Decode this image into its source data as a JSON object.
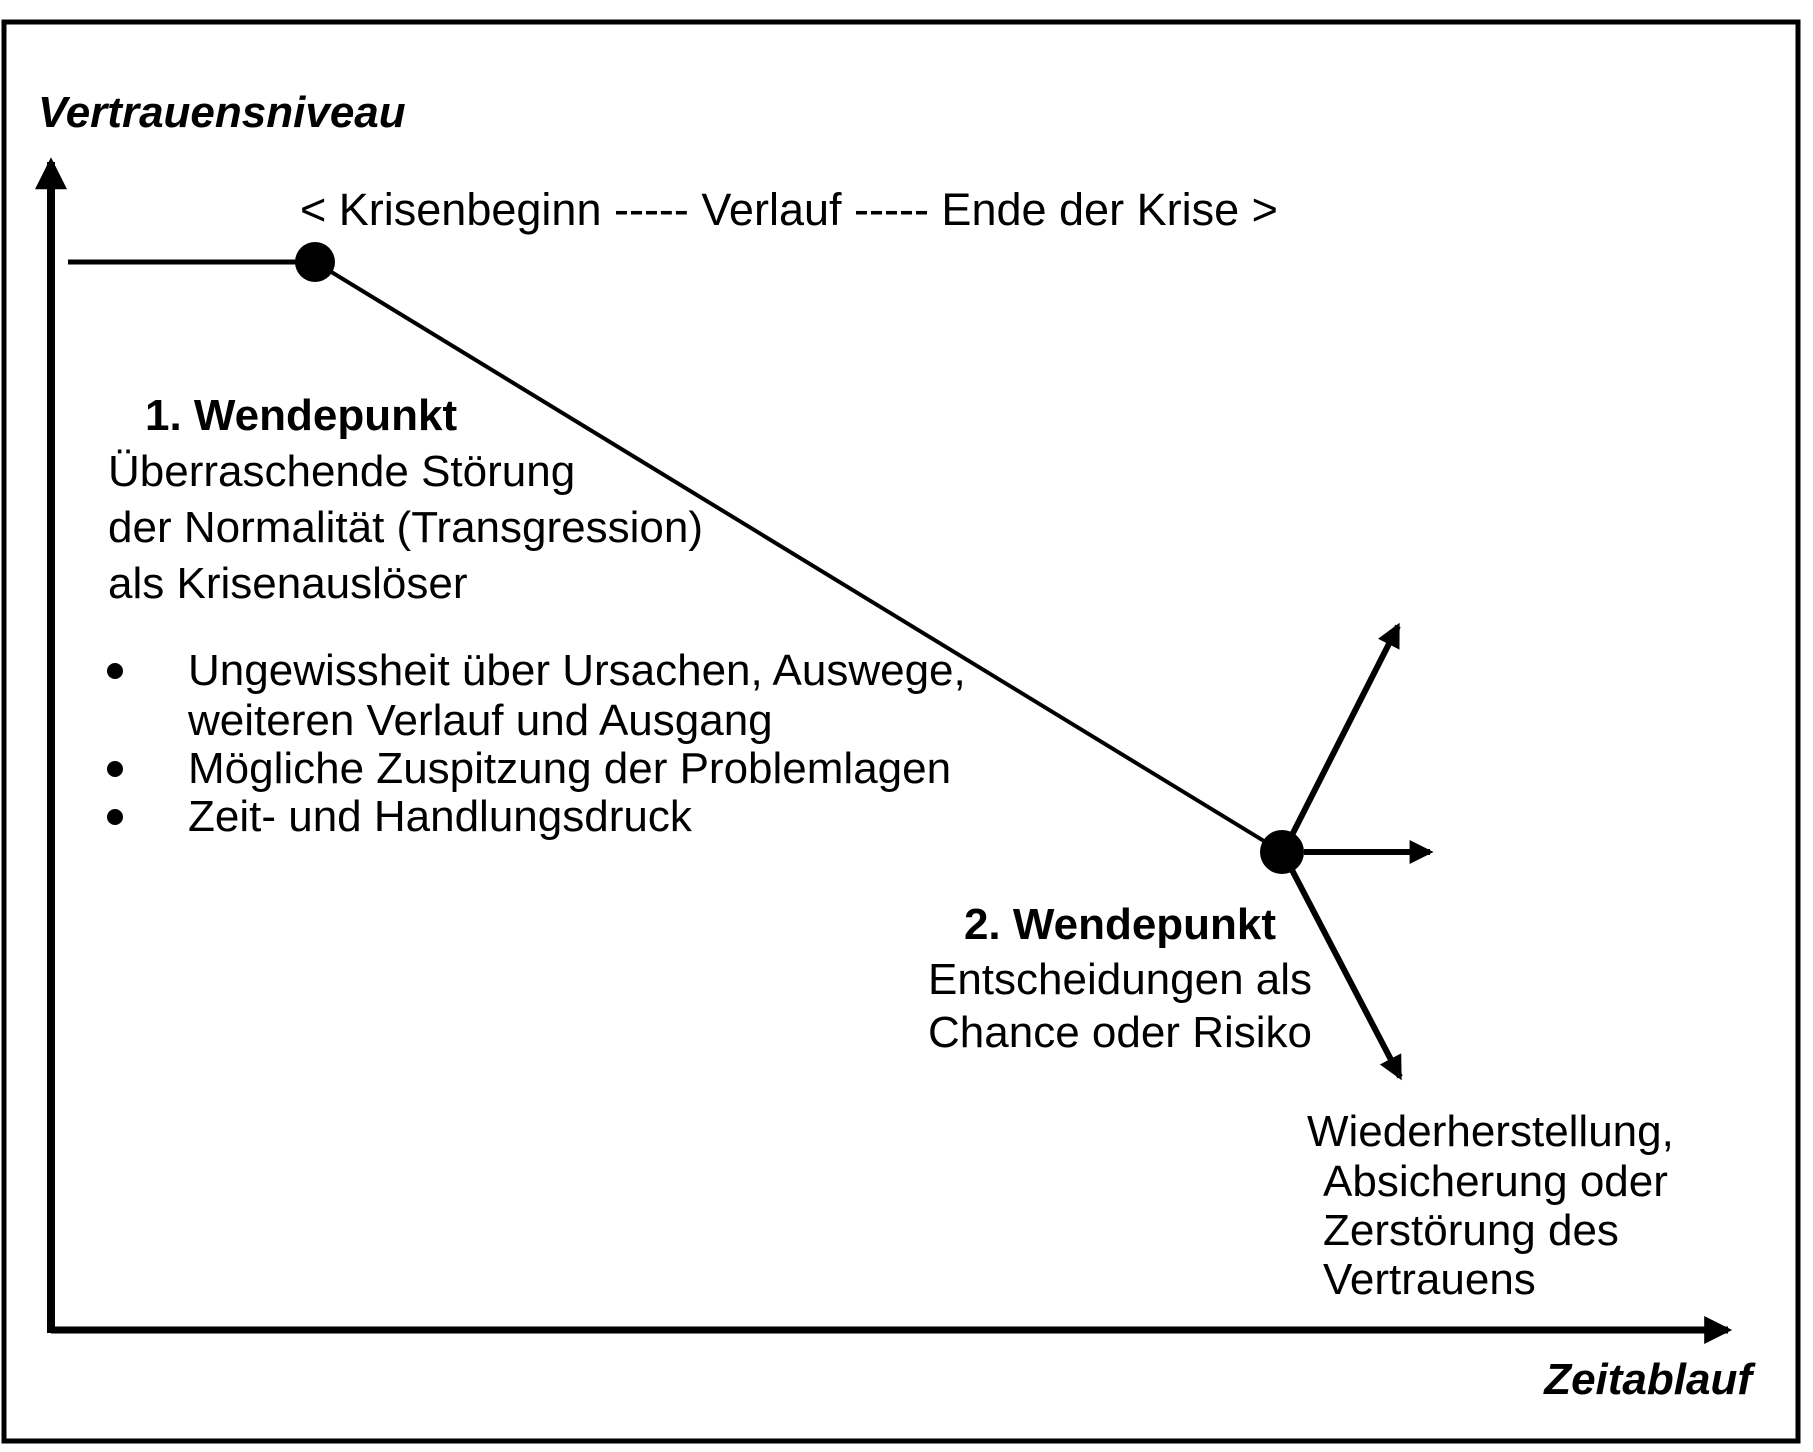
{
  "colors": {
    "ink": "#000000",
    "paper": "#ffffff"
  },
  "diagram": {
    "y_axis_label": "Vertrauensniveau",
    "x_axis_label": "Zeitablauf",
    "timeline_label": "< Krisenbeginn ----- Verlauf ----- Ende der Krise >",
    "turning_point_1": {
      "title": "1. Wendepunkt",
      "lines": [
        "Überraschende Störung",
        "der Normalität (Transgression)",
        "als Krisenauslöser"
      ]
    },
    "uncertainty_bullets": [
      {
        "lines": [
          "Ungewissheit über Ursachen, Auswege,",
          "weiteren Verlauf und Ausgang"
        ]
      },
      {
        "lines": [
          "Mögliche Zuspitzung der Problemlagen"
        ]
      },
      {
        "lines": [
          "Zeit- und Handlungsdruck"
        ]
      }
    ],
    "turning_point_2": {
      "title": "2. Wendepunkt",
      "lines": [
        "Entscheidungen als",
        "Chance oder Risiko"
      ]
    },
    "outcome": {
      "lines": [
        "Wiederherstellung,",
        "Absicherung oder",
        "Zerstörung des",
        "Vertrauens"
      ]
    }
  }
}
